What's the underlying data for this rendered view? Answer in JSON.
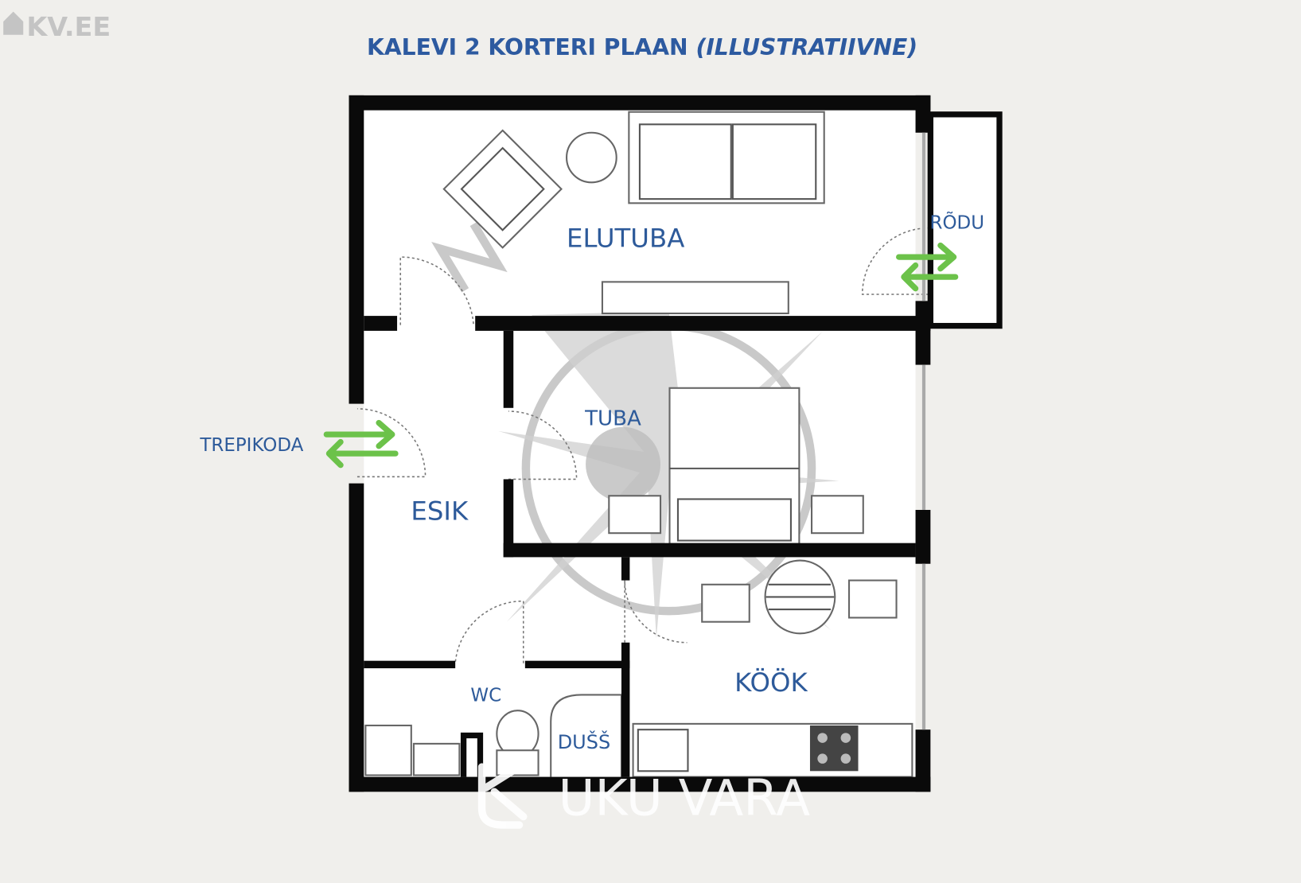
{
  "logo_corner": "KV.EE",
  "title": {
    "main": "KALEVI 2 KORTERI PLAAN",
    "suffix": "(ILLUSTRATIIVNE)"
  },
  "rooms": {
    "living": "ELUTUBA",
    "balcony": "RÕDU",
    "stairwell": "TREPIKODA",
    "bedroom": "TUBA",
    "hall": "ESIK",
    "wc": "WC",
    "shower": "DUŠŠ",
    "kitchen": "KÖÖK"
  },
  "watermark": "UKU VARA",
  "colors": {
    "label": "#2d5a9a",
    "arrow": "#6cc24a",
    "wall": "#0a0a0a",
    "background": "#f0efec"
  }
}
